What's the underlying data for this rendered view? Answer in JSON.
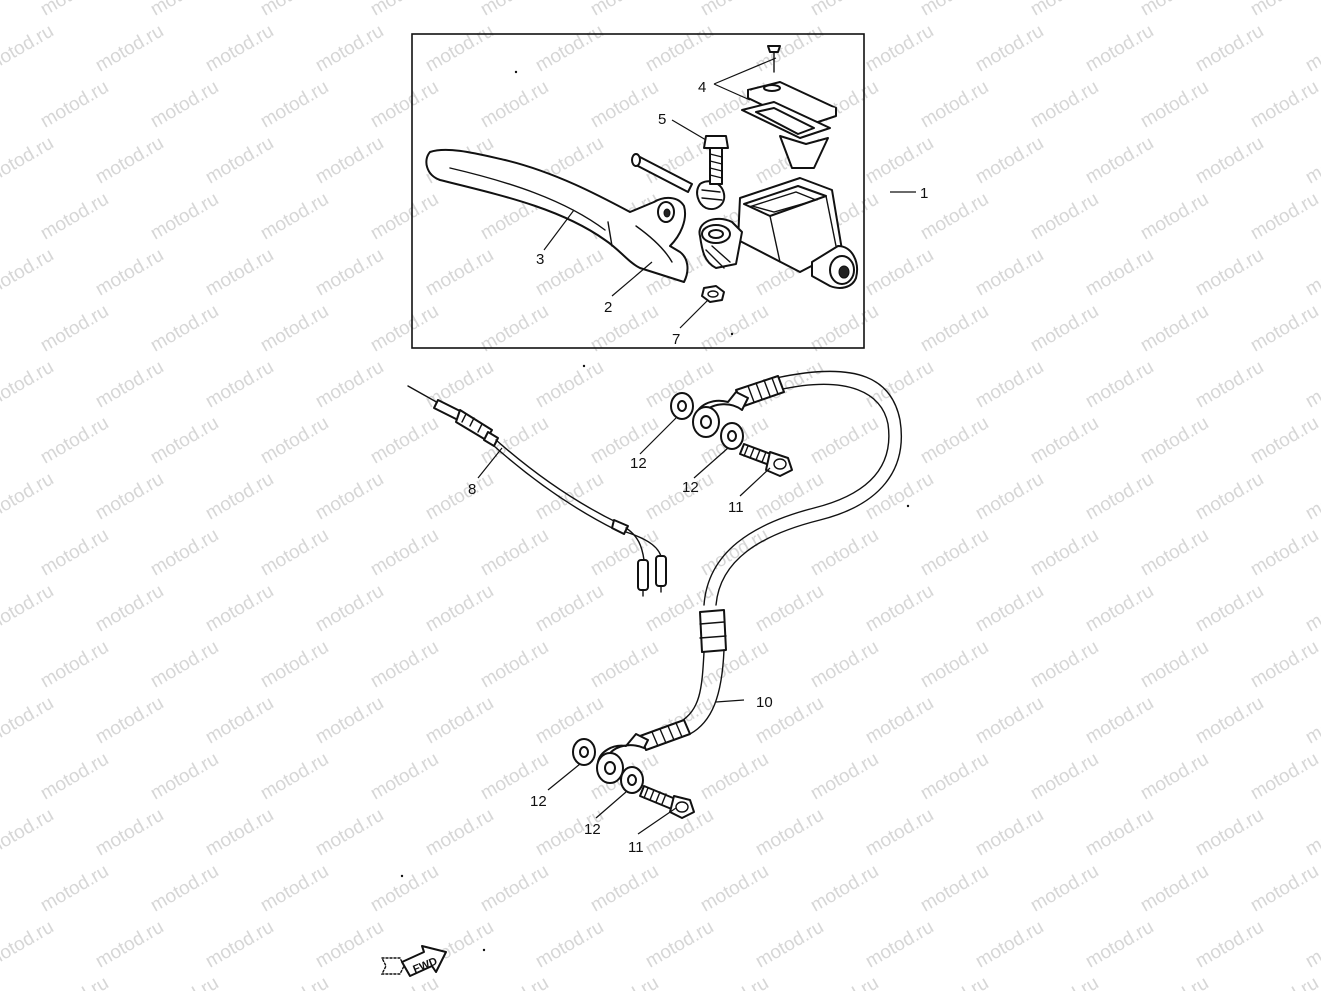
{
  "watermark": {
    "text": "motod.ru"
  },
  "callouts": [
    {
      "id": "callout-1",
      "label": "1"
    },
    {
      "id": "callout-2",
      "label": "2"
    },
    {
      "id": "callout-3",
      "label": "3"
    },
    {
      "id": "callout-4",
      "label": "4"
    },
    {
      "id": "callout-5",
      "label": "5"
    },
    {
      "id": "callout-7",
      "label": "7"
    },
    {
      "id": "callout-8",
      "label": "8"
    },
    {
      "id": "callout-10",
      "label": "10"
    },
    {
      "id": "callout-11-upper",
      "label": "11"
    },
    {
      "id": "callout-11-lower",
      "label": "11"
    },
    {
      "id": "callout-12-upper-a",
      "label": "12"
    },
    {
      "id": "callout-12-upper-b",
      "label": "12"
    },
    {
      "id": "callout-12-lower-a",
      "label": "12"
    },
    {
      "id": "callout-12-lower-b",
      "label": "12"
    }
  ],
  "direction_symbol": {
    "text": "FWD"
  },
  "colors": {
    "line": "#111111",
    "watermark": "#d6d6d6",
    "background": "#ffffff"
  }
}
